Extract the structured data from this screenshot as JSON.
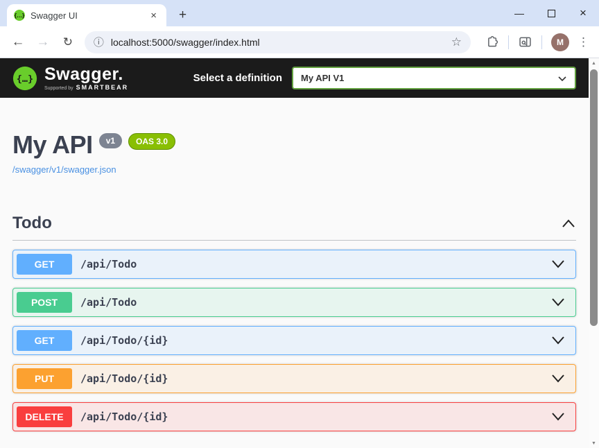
{
  "browser": {
    "tab_title": "Swagger UI",
    "url": "localhost:5000/swagger/index.html",
    "avatar_letter": "M",
    "icons": {
      "tab_close": "×",
      "new_tab": "+",
      "minimize": "—",
      "window_close": "×",
      "back": "←",
      "forward": "→",
      "reload": "↻",
      "site_info": "ⓘ",
      "bookmark_star": "☆",
      "menu_kebab": "⋮",
      "favicon_glyph": "{…}"
    }
  },
  "swagger_topbar": {
    "logo_text": "Swagger.",
    "logo_glyph": "{…}",
    "supported_by": "Supported by",
    "brand": "SMARTBEAR",
    "select_label": "Select a definition",
    "selected_definition": "My API V1"
  },
  "api_info": {
    "title": "My API",
    "version_badge": "v1",
    "oas_badge": "OAS 3.0",
    "spec_url": "/swagger/v1/swagger.json"
  },
  "sections": [
    {
      "name": "Todo",
      "expanded": true
    }
  ],
  "operations": [
    {
      "method": "GET",
      "path": "/api/Todo"
    },
    {
      "method": "POST",
      "path": "/api/Todo"
    },
    {
      "method": "GET",
      "path": "/api/Todo/{id}"
    },
    {
      "method": "PUT",
      "path": "/api/Todo/{id}"
    },
    {
      "method": "DELETE",
      "path": "/api/Todo/{id}"
    }
  ],
  "colors": {
    "method_get": "#61affe",
    "method_post": "#49cc90",
    "method_put": "#fca130",
    "method_delete": "#f93e3e",
    "topbar_bg": "#1b1b1b",
    "logo_green": "#69cd2b",
    "oas_badge_bg": "#89bf04",
    "version_badge_bg": "#7d8492",
    "link_blue": "#4990e2",
    "select_border_green": "#62a03f",
    "titlebar_bg": "#d6e2f7"
  },
  "scrollbar": {
    "up": "▲",
    "down": "▼"
  }
}
